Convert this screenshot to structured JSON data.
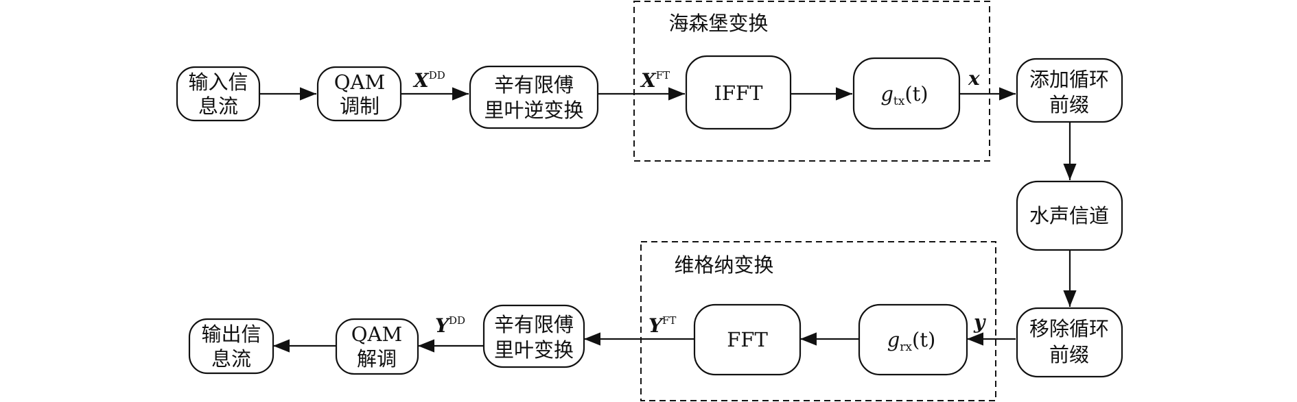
{
  "groups": {
    "heisenberg": "海森堡变换",
    "wiener": "维格纳变换"
  },
  "nodes": {
    "input_stream": [
      "输入信",
      "息流"
    ],
    "qam_mod": [
      "QAM",
      "调制"
    ],
    "isfft": [
      "辛有限傅",
      "里叶逆变换"
    ],
    "ifft": "IFFT",
    "gtx": {
      "g": "g",
      "sub": "tx",
      "arg": "(t)"
    },
    "add_cp": [
      "添加循环",
      "前缀"
    ],
    "channel": "水声信道",
    "remove_cp": [
      "移除循环",
      "前缀"
    ],
    "grx": {
      "g": "g",
      "sub": "rx",
      "arg": "(t)"
    },
    "fft": "FFT",
    "sfft": [
      "辛有限傅",
      "里叶变换"
    ],
    "qam_demod": [
      "QAM",
      "解调"
    ],
    "output_stream": [
      "输出信",
      "息流"
    ]
  },
  "edge_labels": {
    "x_dd": {
      "base": "X",
      "sup": "DD"
    },
    "x_ft": {
      "base": "X",
      "sup": "FT"
    },
    "x": "x",
    "y": "y",
    "y_ft": {
      "base": "Y",
      "sup": "FT"
    },
    "y_dd": {
      "base": "Y",
      "sup": "DD"
    }
  }
}
